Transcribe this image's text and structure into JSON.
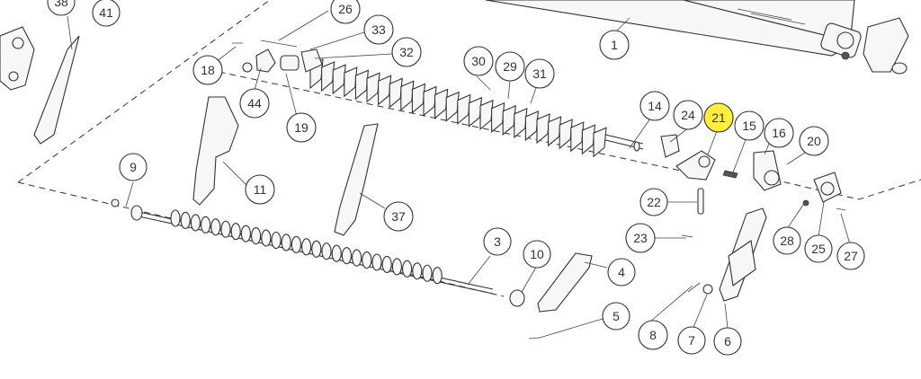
{
  "callouts": {
    "c1": "1",
    "c3": "3",
    "c4": "4",
    "c5": "5",
    "c6": "6",
    "c7": "7",
    "c8": "8",
    "c9": "9",
    "c10": "10",
    "c11": "11",
    "c14": "14",
    "c15": "15",
    "c16": "16",
    "c18": "18",
    "c19": "19",
    "c20": "20",
    "c21": "21",
    "c22": "22",
    "c23": "23",
    "c24": "24",
    "c25": "25",
    "c26": "26",
    "c27": "27",
    "c28": "28",
    "c29": "29",
    "c30": "30",
    "c31": "31",
    "c32": "32",
    "c33": "33",
    "c37": "37",
    "c38": "38",
    "c41": "41",
    "c44": "44"
  },
  "highlight_color": "#ffef3a"
}
